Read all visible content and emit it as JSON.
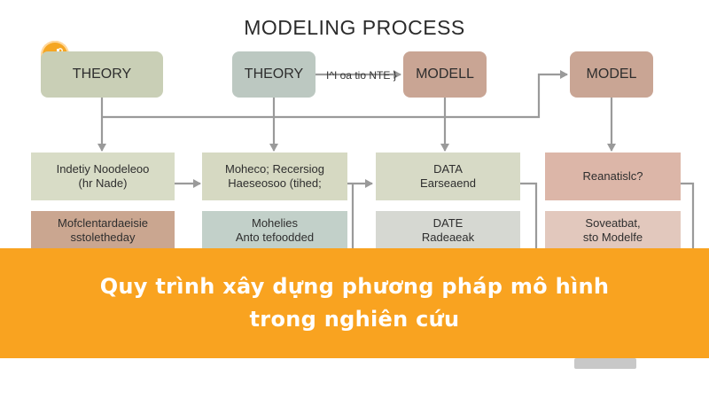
{
  "title": "MODELING PROCESS",
  "side_label": "I^I oa tio NTE }",
  "colors": {
    "theory_box": "#c9cfb6",
    "theory_box_2": "#bcc8c1",
    "model_box": "#c9a594",
    "green_box": "#d8dcc6",
    "tan_box": "#caa690",
    "blue_box": "#c2d0c9",
    "pink_box": "#dcb6a8",
    "grey_box": "#d6d8d2",
    "connector": "#9a9a9a",
    "banner": "#f9a320",
    "banner_text": "#ffffff"
  },
  "nodes": {
    "top_theory_1": "THEORY",
    "top_theory_2": "THEORY",
    "top_model_1": "MODELL",
    "top_model_2": "MODEL",
    "row1_col1": [
      "Indetiy Noodeleoo",
      "(hr Nade)"
    ],
    "row1_col2": [
      "Moheco; Recersiog",
      "Haeseosoo (tihed;"
    ],
    "row1_col3": [
      "DATA",
      "Earseaend"
    ],
    "row1_col4": [
      "Reanatislc?"
    ],
    "row2_col1": [
      "Mofclentardaeisie",
      "sstoletheday"
    ],
    "row2_col2": [
      "Mohelies",
      "Anto tefoodded"
    ],
    "row2_col3": [
      "DATE",
      "Radeaeak"
    ],
    "row2_col4": [
      "Soveatbat,",
      "sto Modelfe"
    ]
  },
  "banner": {
    "line1": "Quy trình xây dựng phương pháp mô hình",
    "line2": "trong nghiên cứu"
  },
  "logo_icon": "chart-logo-icon"
}
